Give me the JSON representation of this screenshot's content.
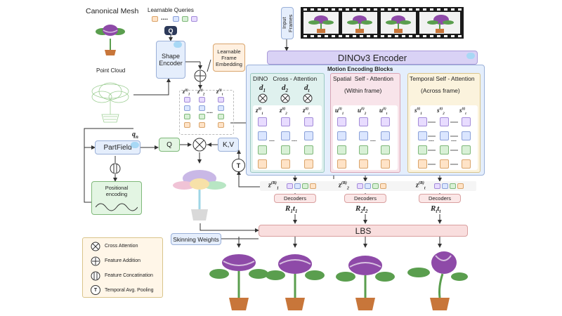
{
  "labels": {
    "canonical_mesh": "Canonical Mesh",
    "learnable_queries": "Learnable Queries",
    "ellipsis": "....",
    "q": "Q",
    "shape_encoder": "Shape\nEncoder",
    "learnable_frame_embedding": "Learnable\nFrame\nEmbedding",
    "point_cloud": "Point Cloud",
    "input_frames": "Input Frames",
    "dino_encoder": "DINOv3 Encoder",
    "motion_blocks": "Motion Encoding Blocks",
    "dino_cross": "DINO   Cross - Attention",
    "spatial_self": "Spatial  Self - Attention",
    "within_frame": "(Within frame)",
    "temporal_self": "Temporal Self - Attention",
    "across_frame": "(Across frame)",
    "partfield": "PartField",
    "qn": "q",
    "qn_sub": "n",
    "q_box": "Q",
    "kv": "K,V",
    "t": "T",
    "positional_encoding": "Positional\nencoding",
    "decoders": "Decoders",
    "lbs": "LBS",
    "skinning_weights": "Skinning Weights"
  },
  "math": {
    "d1": "d",
    "d1s": "1",
    "d2": "d",
    "d2s": "2",
    "dt": "d",
    "dts": "t",
    "z": "z",
    "u": "u",
    "s": "s",
    "zb": "z",
    "R1": "R",
    "R1s": "1",
    "t1": "t",
    "t1s": "1",
    "R2": "R",
    "R2s": "2",
    "t2": "t",
    "t2s": "2",
    "Rt": "R",
    "Rts": "t",
    "tt": "t",
    "tts": "t"
  },
  "legend": {
    "cross_attention": "Cross Attention",
    "feature_addition": "Feature Addition",
    "feature_concat": "Feature Concatination",
    "temporal_pooling": "Temporal Avg. Pooling"
  },
  "colors": {
    "dino_bar": "#d9d2f5",
    "motion_panel": "#e4eefc",
    "dino_cross_panel": "#dff1ee",
    "spatial_panel": "#f8e4ea",
    "temporal_panel": "#fbf3dd",
    "lbs_bar": "#f9dede",
    "decoder_box": "#fbe7e7",
    "green_box": "#e3f5e3",
    "orange_box": "#fff0e0",
    "plant_purple": "#8e4aa8",
    "plant_green": "#5a9e4e",
    "pot": "#c8763a"
  }
}
